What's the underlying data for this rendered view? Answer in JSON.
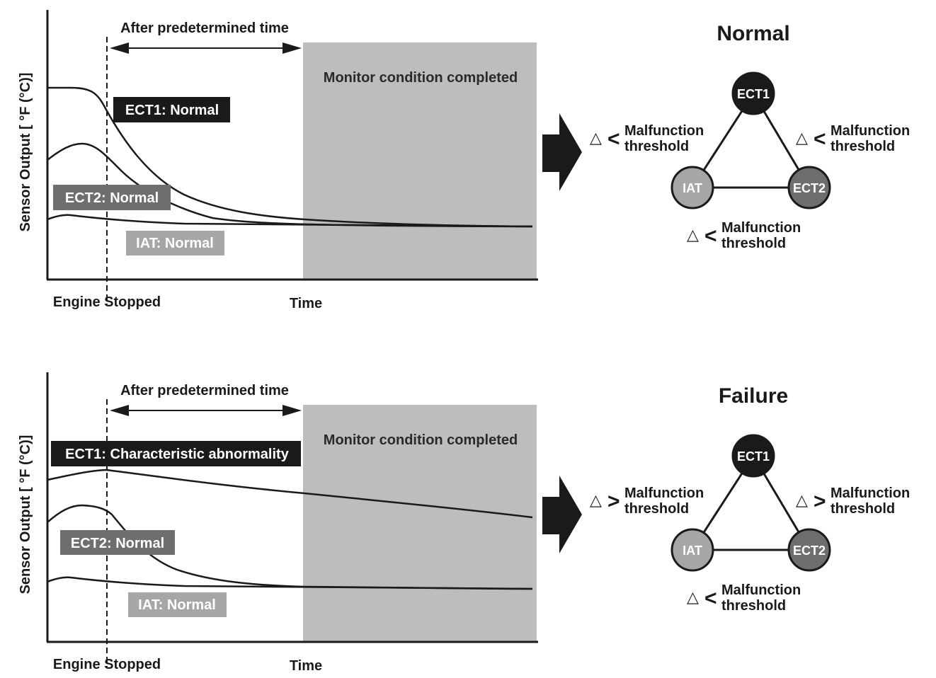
{
  "panels": [
    {
      "id": "normal",
      "ylabel": "Sensor Output [ °F (°C)]",
      "predetermined": "After predetermined time",
      "monitor": "Monitor condition completed",
      "engine_stopped": "Engine Stopped",
      "time": "Time",
      "ect1_label": "ECT1: Normal",
      "ect2_label": "ECT2: Normal",
      "iat_label": "IAT: Normal",
      "status_title": "Normal",
      "nodes": {
        "ect1": "ECT1",
        "iat": "IAT",
        "ect2": "ECT2"
      },
      "comparisons": [
        {
          "delta": "△",
          "op": "<",
          "line1": "Malfunction",
          "line2": "threshold"
        },
        {
          "delta": "△",
          "op": "<",
          "line1": "Malfunction",
          "line2": "threshold"
        },
        {
          "delta": "△",
          "op": "<",
          "line1": "Malfunction",
          "line2": "threshold"
        }
      ]
    },
    {
      "id": "failure",
      "ylabel": "Sensor Output [ °F (°C)]",
      "predetermined": "After predetermined time",
      "monitor": "Monitor condition completed",
      "engine_stopped": "Engine Stopped",
      "time": "Time",
      "ect1_label": "ECT1: Characteristic abnormality",
      "ect2_label": "ECT2: Normal",
      "iat_label": "IAT: Normal",
      "status_title": "Failure",
      "nodes": {
        "ect1": "ECT1",
        "iat": "IAT",
        "ect2": "ECT2"
      },
      "comparisons": [
        {
          "delta": "△",
          "op": ">",
          "line1": "Malfunction",
          "line2": "threshold"
        },
        {
          "delta": "△",
          "op": ">",
          "line1": "Malfunction",
          "line2": "threshold"
        },
        {
          "delta": "△",
          "op": "<",
          "line1": "Malfunction",
          "line2": "threshold"
        }
      ]
    }
  ],
  "colors": {
    "ect1": "#1a1a1a",
    "ect2": "#6e6e6e",
    "iat": "#a6a6a6",
    "monitor_zone": "#bdbdbd",
    "line": "#1a1a1a"
  }
}
